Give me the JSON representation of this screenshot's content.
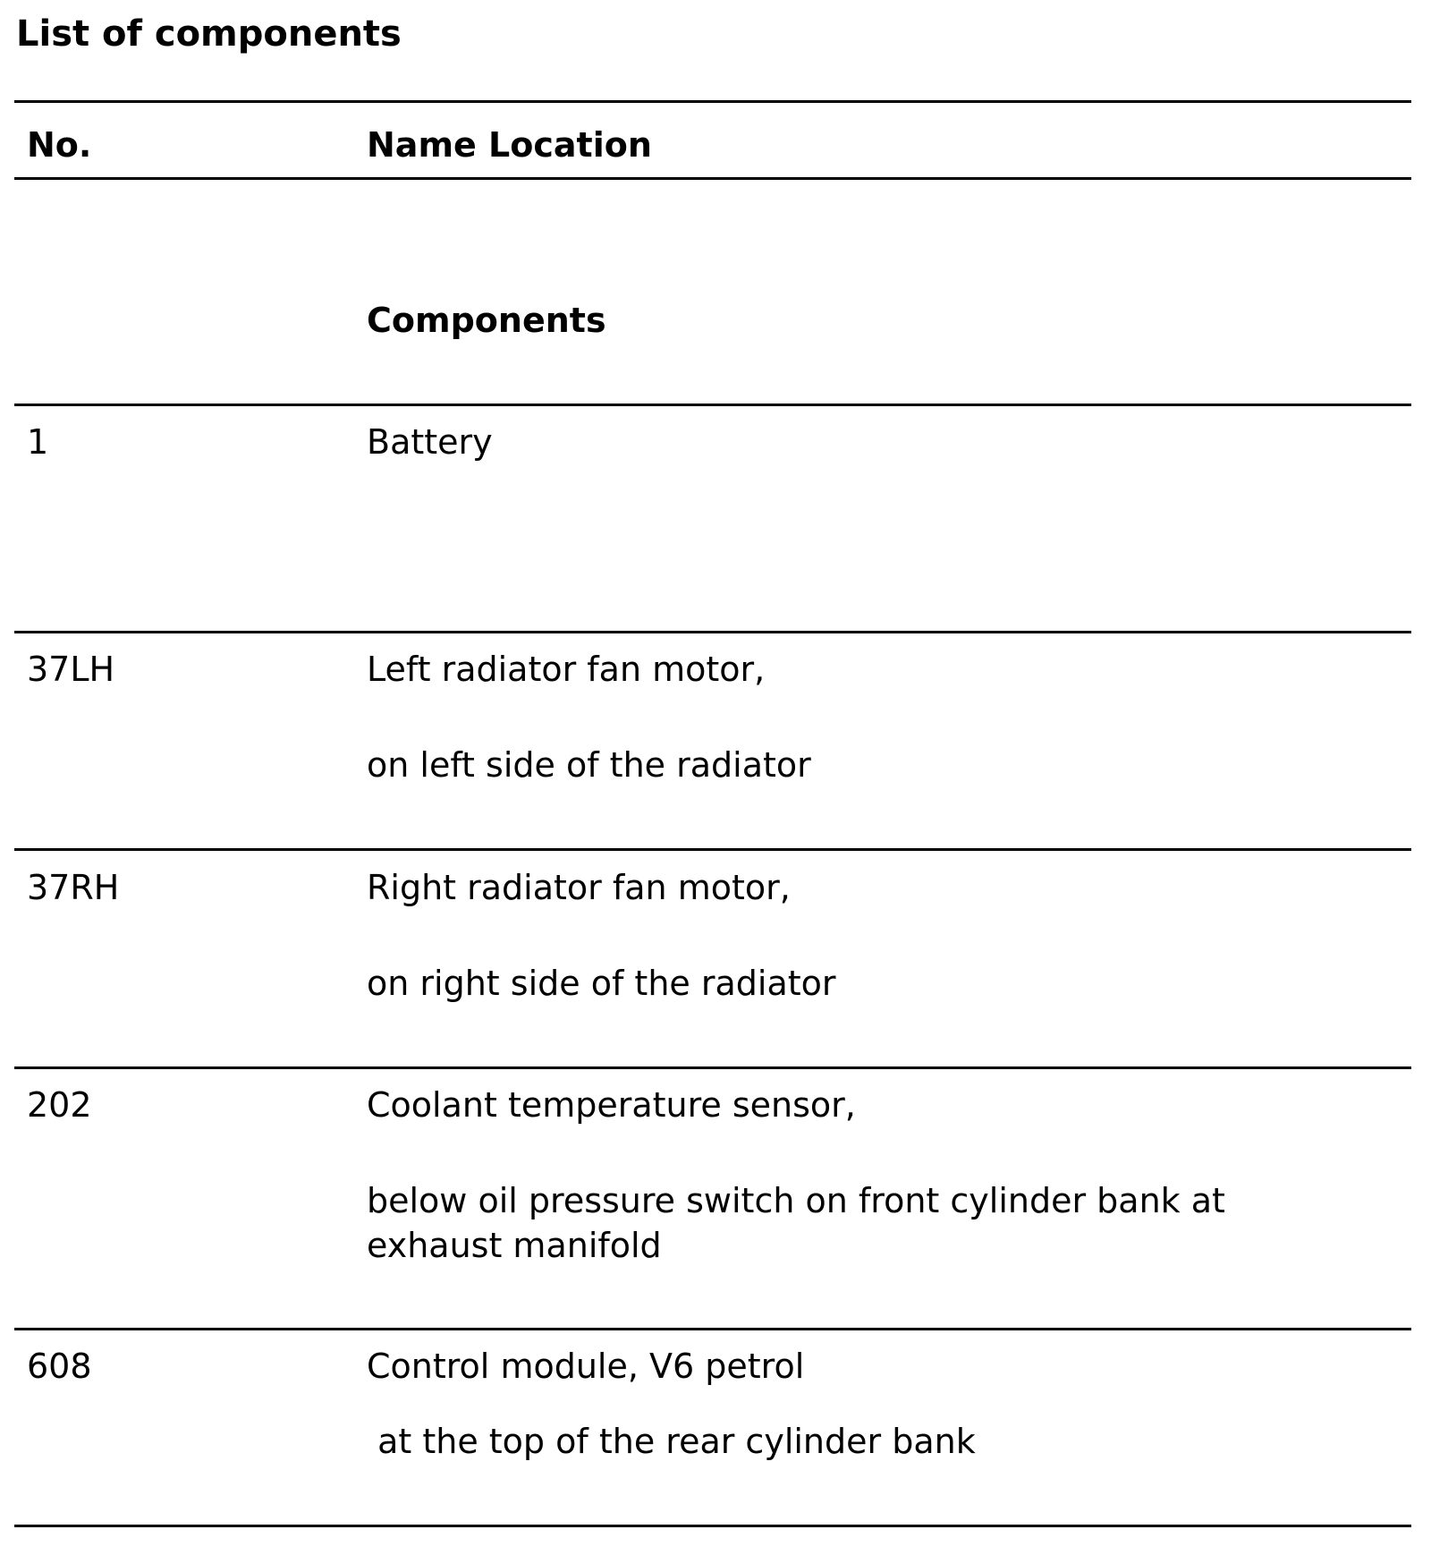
{
  "title": "List of components",
  "table": {
    "headers": {
      "no": "No.",
      "name_location": "Name Location"
    },
    "section_heading": "Components",
    "rows": [
      {
        "no": "1",
        "name": "Battery",
        "location": ""
      },
      {
        "no": "37LH",
        "name": "Left radiator fan motor,",
        "location": "on left side of the radiator"
      },
      {
        "no": "37RH",
        "name": "Right radiator fan motor,",
        "location": "on right side of the radiator"
      },
      {
        "no": "202",
        "name": "Coolant temperature sensor,",
        "location": "below oil pressure switch on front cylinder bank at exhaust manifold"
      },
      {
        "no": "608",
        "name": "Control module, V6 petrol",
        "location": " at the top of the rear cylinder bank"
      }
    ]
  }
}
